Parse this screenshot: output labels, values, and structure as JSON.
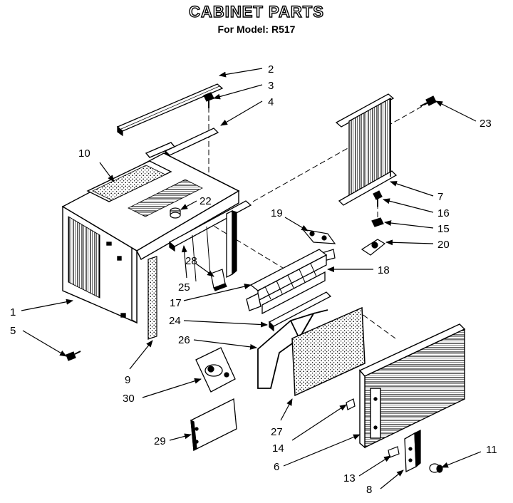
{
  "header": {
    "title": "CABINET PARTS",
    "subtitle": "For Model: R517"
  },
  "callouts": [
    {
      "id": "c1",
      "label": "1"
    },
    {
      "id": "c2",
      "label": "2"
    },
    {
      "id": "c3",
      "label": "3"
    },
    {
      "id": "c4",
      "label": "4"
    },
    {
      "id": "c5",
      "label": "5"
    },
    {
      "id": "c6",
      "label": "6"
    },
    {
      "id": "c7",
      "label": "7"
    },
    {
      "id": "c8",
      "label": "8"
    },
    {
      "id": "c9",
      "label": "9"
    },
    {
      "id": "c10",
      "label": "10"
    },
    {
      "id": "c11",
      "label": "11"
    },
    {
      "id": "c13",
      "label": "13"
    },
    {
      "id": "c14",
      "label": "14"
    },
    {
      "id": "c15",
      "label": "15"
    },
    {
      "id": "c16",
      "label": "16"
    },
    {
      "id": "c17",
      "label": "17"
    },
    {
      "id": "c18",
      "label": "18"
    },
    {
      "id": "c19",
      "label": "19"
    },
    {
      "id": "c20",
      "label": "20"
    },
    {
      "id": "c22",
      "label": "22"
    },
    {
      "id": "c23",
      "label": "23"
    },
    {
      "id": "c24",
      "label": "24"
    },
    {
      "id": "c25",
      "label": "25"
    },
    {
      "id": "c26",
      "label": "26"
    },
    {
      "id": "c27",
      "label": "27"
    },
    {
      "id": "c28",
      "label": "28"
    },
    {
      "id": "c29",
      "label": "29"
    },
    {
      "id": "c30",
      "label": "30"
    }
  ]
}
